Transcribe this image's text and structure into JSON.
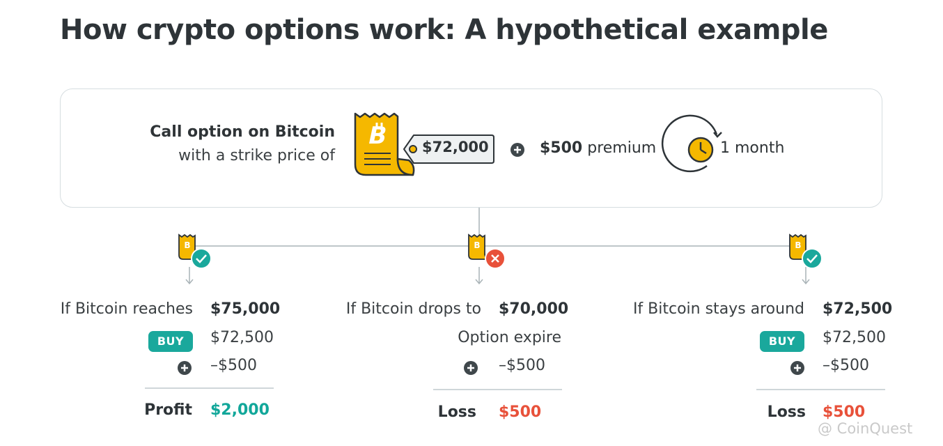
{
  "title": "How crypto options work: A hypothetical example",
  "header": {
    "call_bold": "Call option on Bitcoin",
    "call_sub": "with a strike price of",
    "strike": "$72,000",
    "premium_amount": "$500",
    "premium_word": "premium",
    "duration": "1 month"
  },
  "scenarios": [
    {
      "condition": "If Bitcoin reaches",
      "price": "$75,000",
      "action": "BUY",
      "action_value": "$72,500",
      "premium": "–$500",
      "result_label": "Profit",
      "result_value": "$2,000",
      "status": "check"
    },
    {
      "condition": "If Bitcoin drops to",
      "price": "$70,000",
      "note": "Option expire",
      "premium": "–$500",
      "result_label": "Loss",
      "result_value": "$500",
      "status": "cross"
    },
    {
      "condition": "If Bitcoin stays around",
      "price": "$72,500",
      "action": "BUY",
      "action_value": "$72,500",
      "premium": "–$500",
      "result_label": "Loss",
      "result_value": "$500",
      "status": "check"
    }
  ],
  "colors": {
    "teal": "#1aa89c",
    "red": "#e8513a",
    "gold": "#f5b800",
    "dark": "#2e3438"
  },
  "watermark": "@ CoinQuest"
}
